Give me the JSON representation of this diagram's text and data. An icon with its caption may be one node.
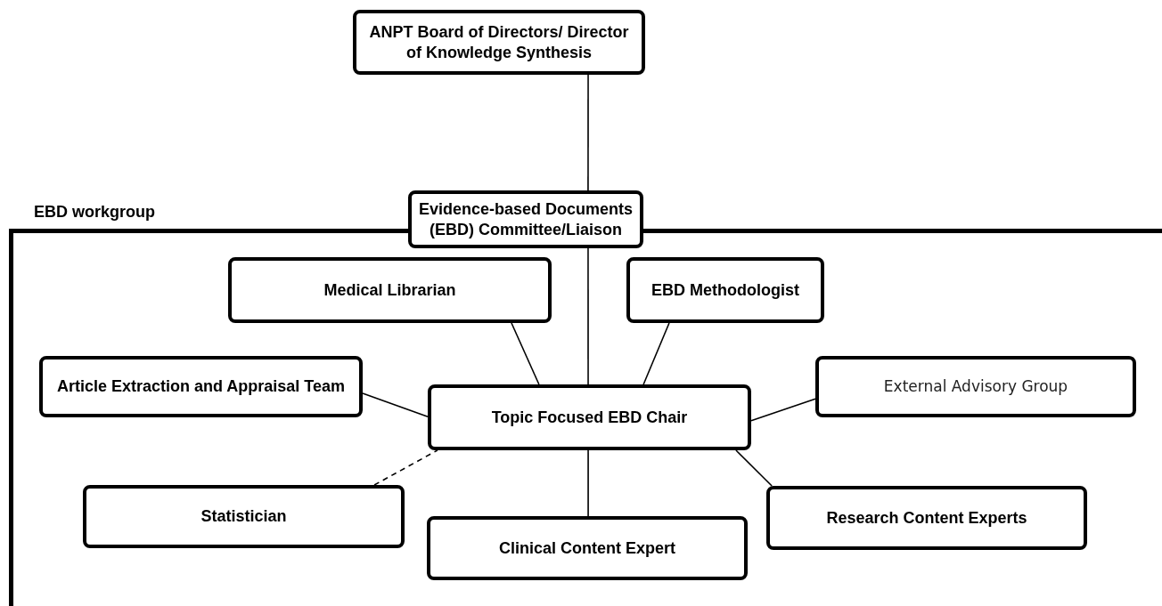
{
  "diagram": {
    "nodes": [
      {
        "text": [
          "ANPT Board of Directors/ Director of Knowledge Synthesis"
        ]
      },
      {
        "text": [
          "Evidence-based Documents (EBD) Committee/Liaison"
        ]
      },
      {
        "text": [
          "EBD workgroup"
        ]
      },
      {
        "text": [
          "Medical Librarian"
        ],
        "in": 2
      },
      {
        "text": [
          "EBD Methodologist"
        ],
        "in": 2
      },
      {
        "text": [
          "Article Extraction and Appraisal Team"
        ],
        "in": 2
      },
      {
        "text": [
          "External Advisory Group"
        ],
        "in": 2
      },
      {
        "text": [
          "Topic Focused EBD Chair"
        ],
        "in": 2
      },
      {
        "text": [
          "Statistician"
        ],
        "in": 2
      },
      {
        "text": [
          "Research Content Experts"
        ],
        "in": 2
      },
      {
        "text": [
          "Clinical Content Expert"
        ],
        "in": 2
      }
    ],
    "edges": [
      {
        "from": 0,
        "to": 1,
        "arrow": "none"
      },
      {
        "from": 1,
        "to": 7,
        "arrow": "none"
      },
      {
        "from": 3,
        "to": 7,
        "arrow": "none"
      },
      {
        "from": 4,
        "to": 7,
        "arrow": "none"
      },
      {
        "from": 5,
        "to": 7,
        "arrow": "none"
      },
      {
        "from": 7,
        "to": 6,
        "arrow": "none"
      },
      {
        "from": 8,
        "to": 7,
        "arrow": "none",
        "style": "dashed"
      },
      {
        "from": 7,
        "to": 10,
        "arrow": "none"
      },
      {
        "from": 7,
        "to": 9,
        "arrow": "none"
      }
    ]
  }
}
